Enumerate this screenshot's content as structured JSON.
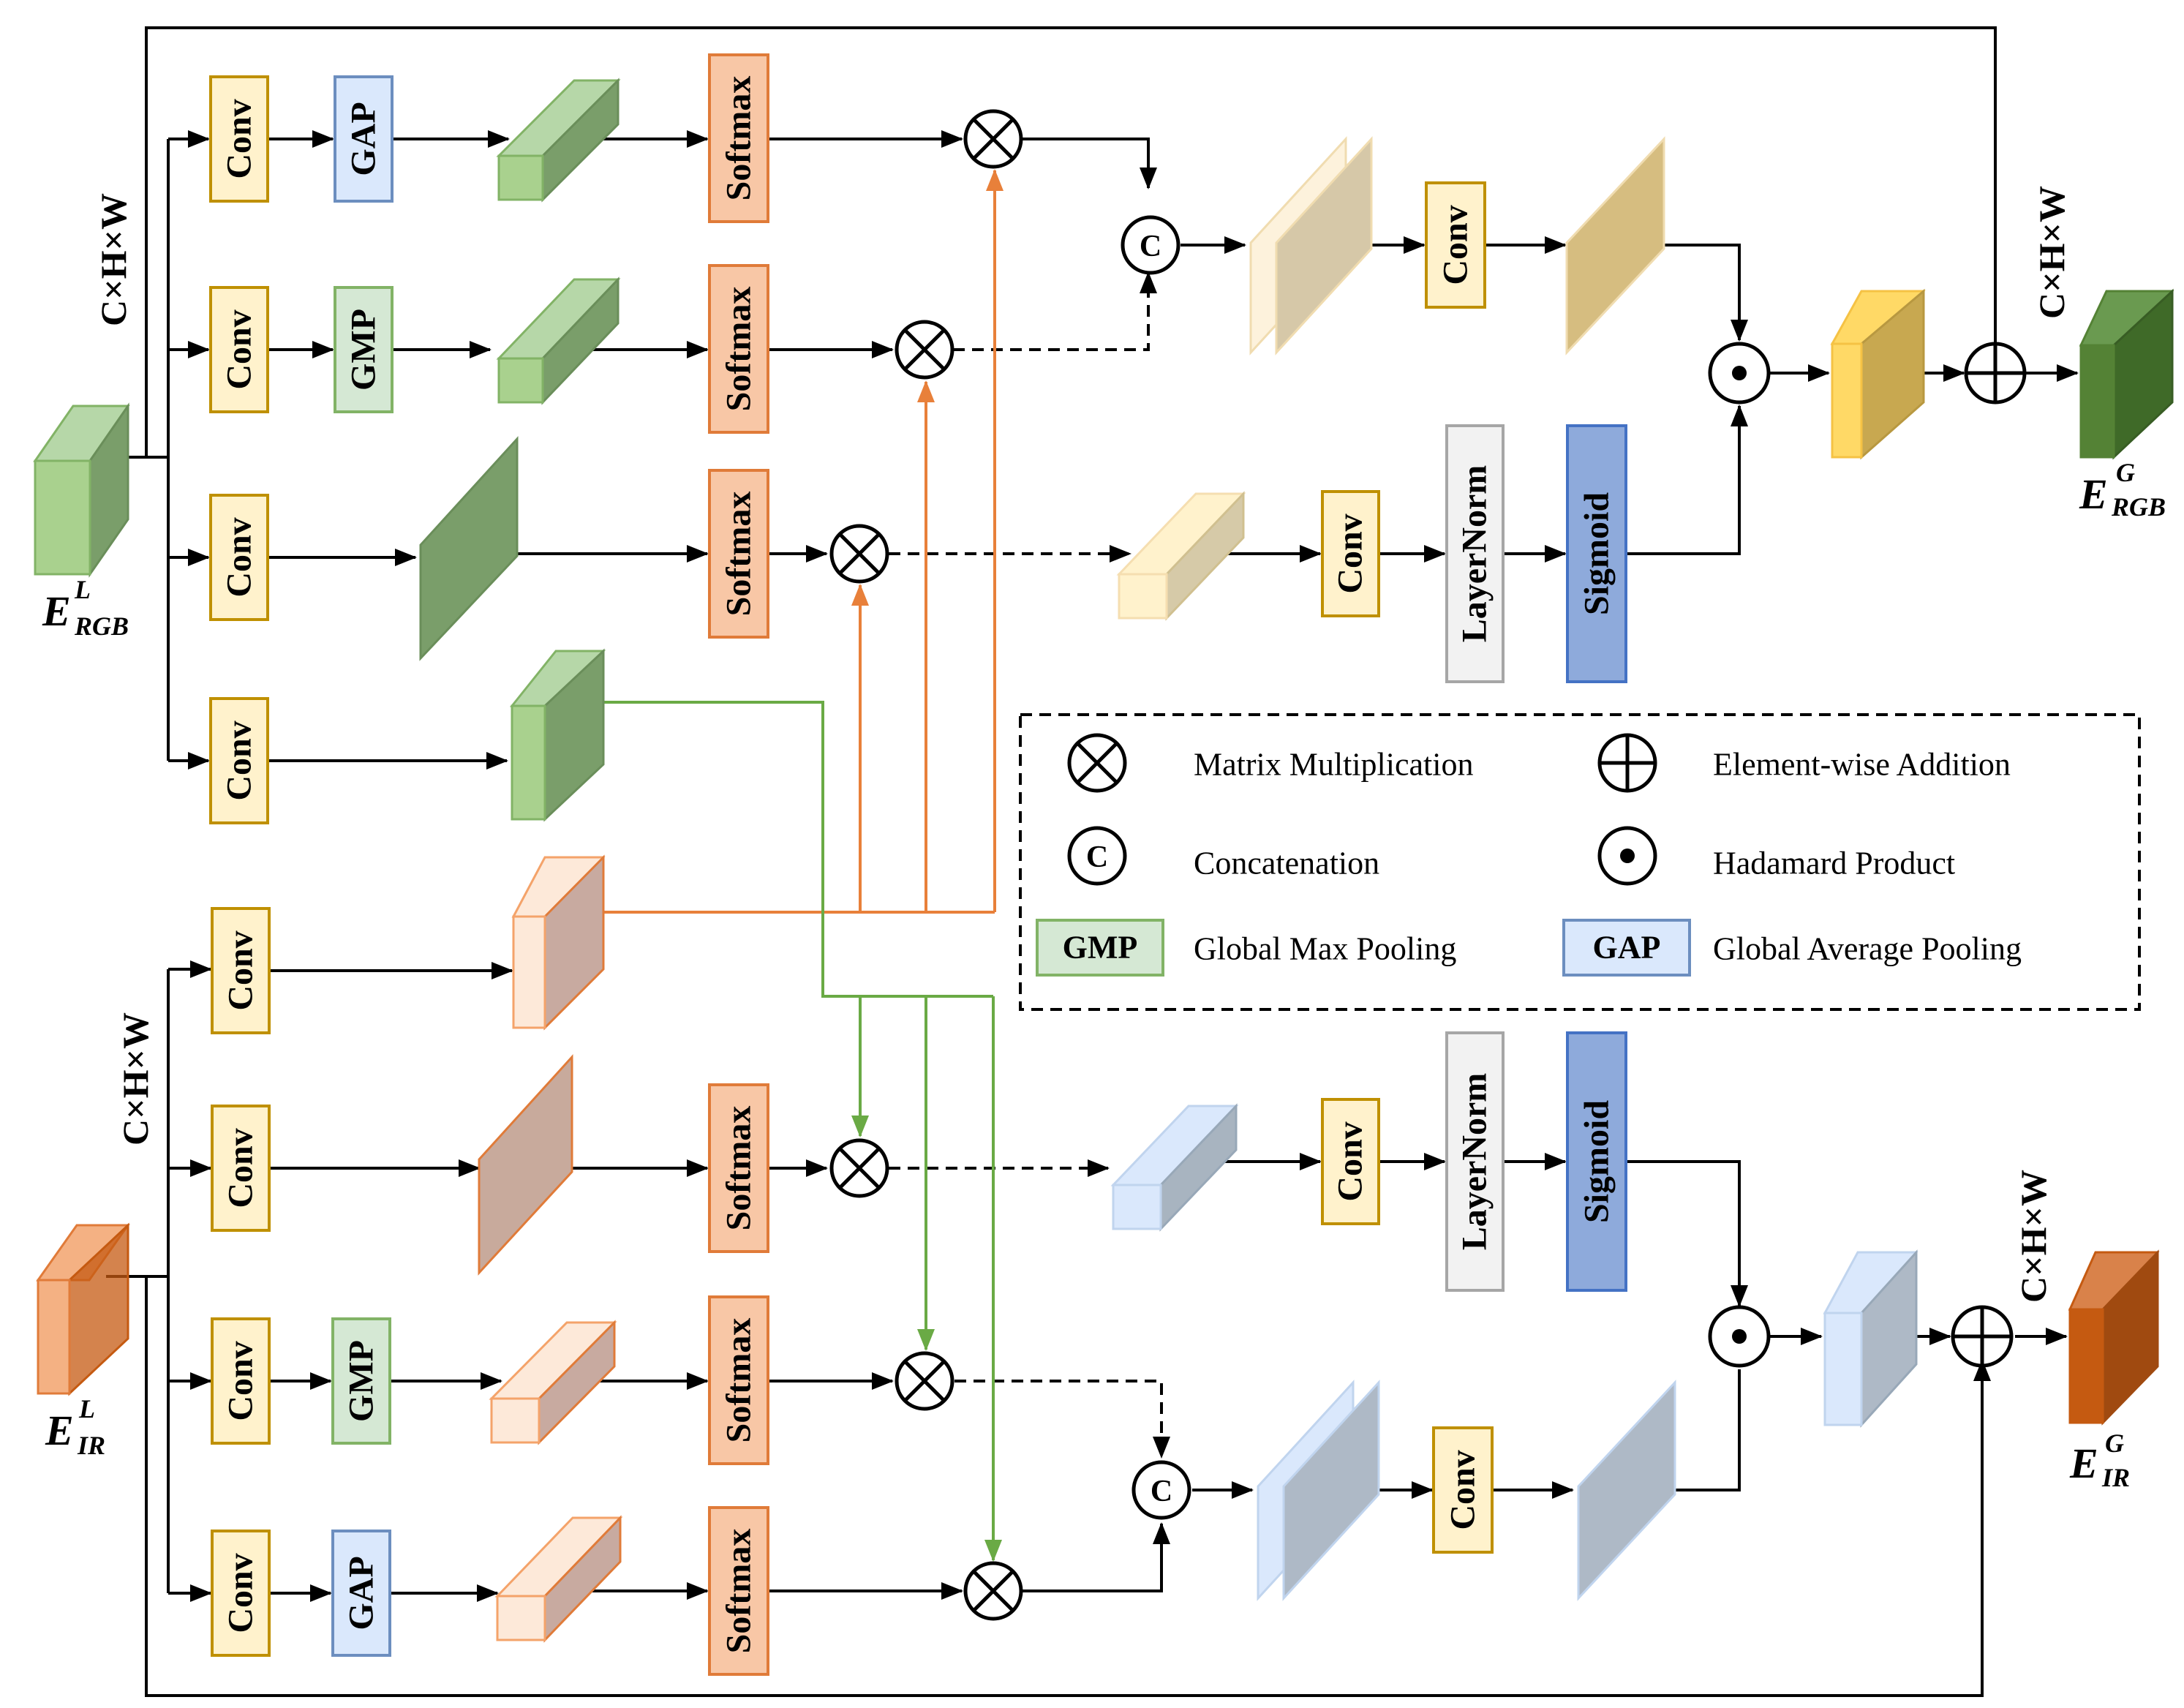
{
  "labels": {
    "conv": "Conv",
    "gap": "GAP",
    "gmp": "GMP",
    "softmax": "Softmax",
    "layernorm": "LayerNorm",
    "sigmoid": "Sigmoid",
    "concat_symbol": "C",
    "dims": "C×H×W"
  },
  "variables": {
    "e_rgb_l": {
      "base": "E",
      "sup": "L",
      "sub": "RGB"
    },
    "e_ir_l": {
      "base": "E",
      "sup": "L",
      "sub": "IR"
    },
    "e_rgb_g": {
      "base": "E",
      "sup": "G",
      "sub": "RGB"
    },
    "e_ir_g": {
      "base": "E",
      "sup": "G",
      "sub": "IR"
    }
  },
  "legend": {
    "matrix_mult": "Matrix Multiplication",
    "elementwise_add": "Element-wise Addition",
    "concatenation": "Concatenation",
    "hadamard": "Hadamard Product",
    "gmp_box": "GMP",
    "gmp_desc": "Global Max Pooling",
    "gap_box": "GAP",
    "gap_desc": "Global Average Pooling"
  },
  "colors": {
    "conv_fill": "#fff2cc",
    "conv_stroke": "#bf9000",
    "gap_fill": "#dae8fc",
    "gap_stroke": "#6c8ebf",
    "gmp_fill": "#d5e8d4",
    "gmp_stroke": "#82b366",
    "softmax_fill": "#f8c7a6",
    "softmax_stroke": "#e07b39",
    "layernorm_fill": "#f2f2f2",
    "layernorm_stroke": "#999999",
    "sigmoid_fill": "#8eaadb",
    "sigmoid_stroke": "#4472c4",
    "rgb_arrow": "#e8803a",
    "ir_arrow": "#6aaa45"
  }
}
